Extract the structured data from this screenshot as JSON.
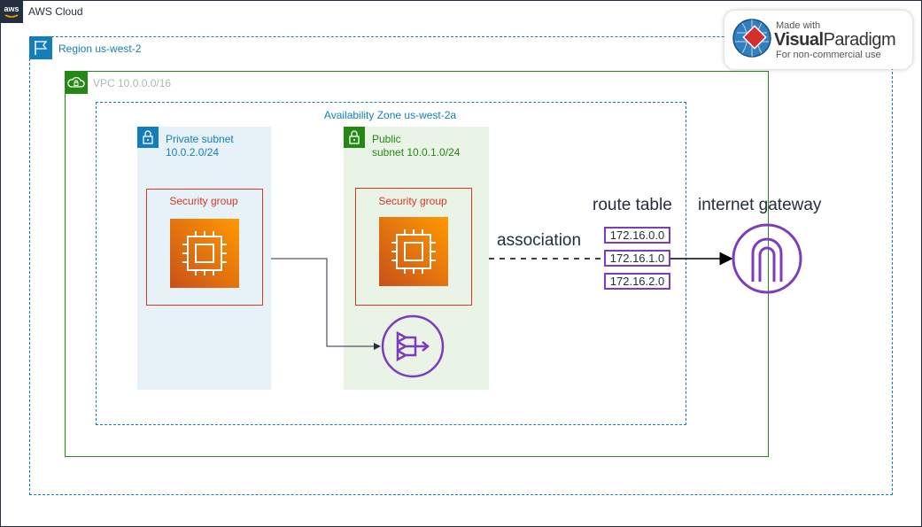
{
  "aws_cloud": {
    "label": "AWS Cloud",
    "border_color": "#232f3e"
  },
  "region": {
    "label": "Region us-west-2",
    "color": "#147eba"
  },
  "vpc": {
    "label": "VPC 10.0.0.0/16",
    "border_color": "#248814",
    "label_color": "#aab7b8"
  },
  "availability_zone": {
    "label": "Availability Zone us-west-2a",
    "color": "#147eba"
  },
  "private_subnet": {
    "label_line1": "Private subnet",
    "label_line2": "10.0.2.0/24",
    "background": "#e6f2f8",
    "security_group": {
      "label": "Security group",
      "icon": "ec2-instance-icon"
    }
  },
  "public_subnet": {
    "label_line1": "Public",
    "label_line2": "subnet 10.0.1.0/24",
    "background": "#e9f3e6",
    "security_group": {
      "label": "Security group",
      "icon": "ec2-instance-icon"
    }
  },
  "nat_gateway": {
    "icon": "nat-gateway-icon",
    "color": "#7d3cbd"
  },
  "route_table": {
    "label": "route table",
    "entries": [
      "172.16.0.0",
      "172.16.1.0",
      "172.16.2.0"
    ]
  },
  "association_label": "association",
  "internet_gateway": {
    "label": "internet gateway",
    "icon": "internet-gateway-icon",
    "color": "#7d3cbd"
  },
  "watermark": {
    "made_with": "Made with",
    "brand_bold": "Visual",
    "brand_rest": "Paradigm",
    "subtitle": "For non-commercial use"
  },
  "colors": {
    "security_group": "#dd3522",
    "ec2_gradient_start": "#c8511b",
    "ec2_gradient_end": "#ff9900"
  }
}
